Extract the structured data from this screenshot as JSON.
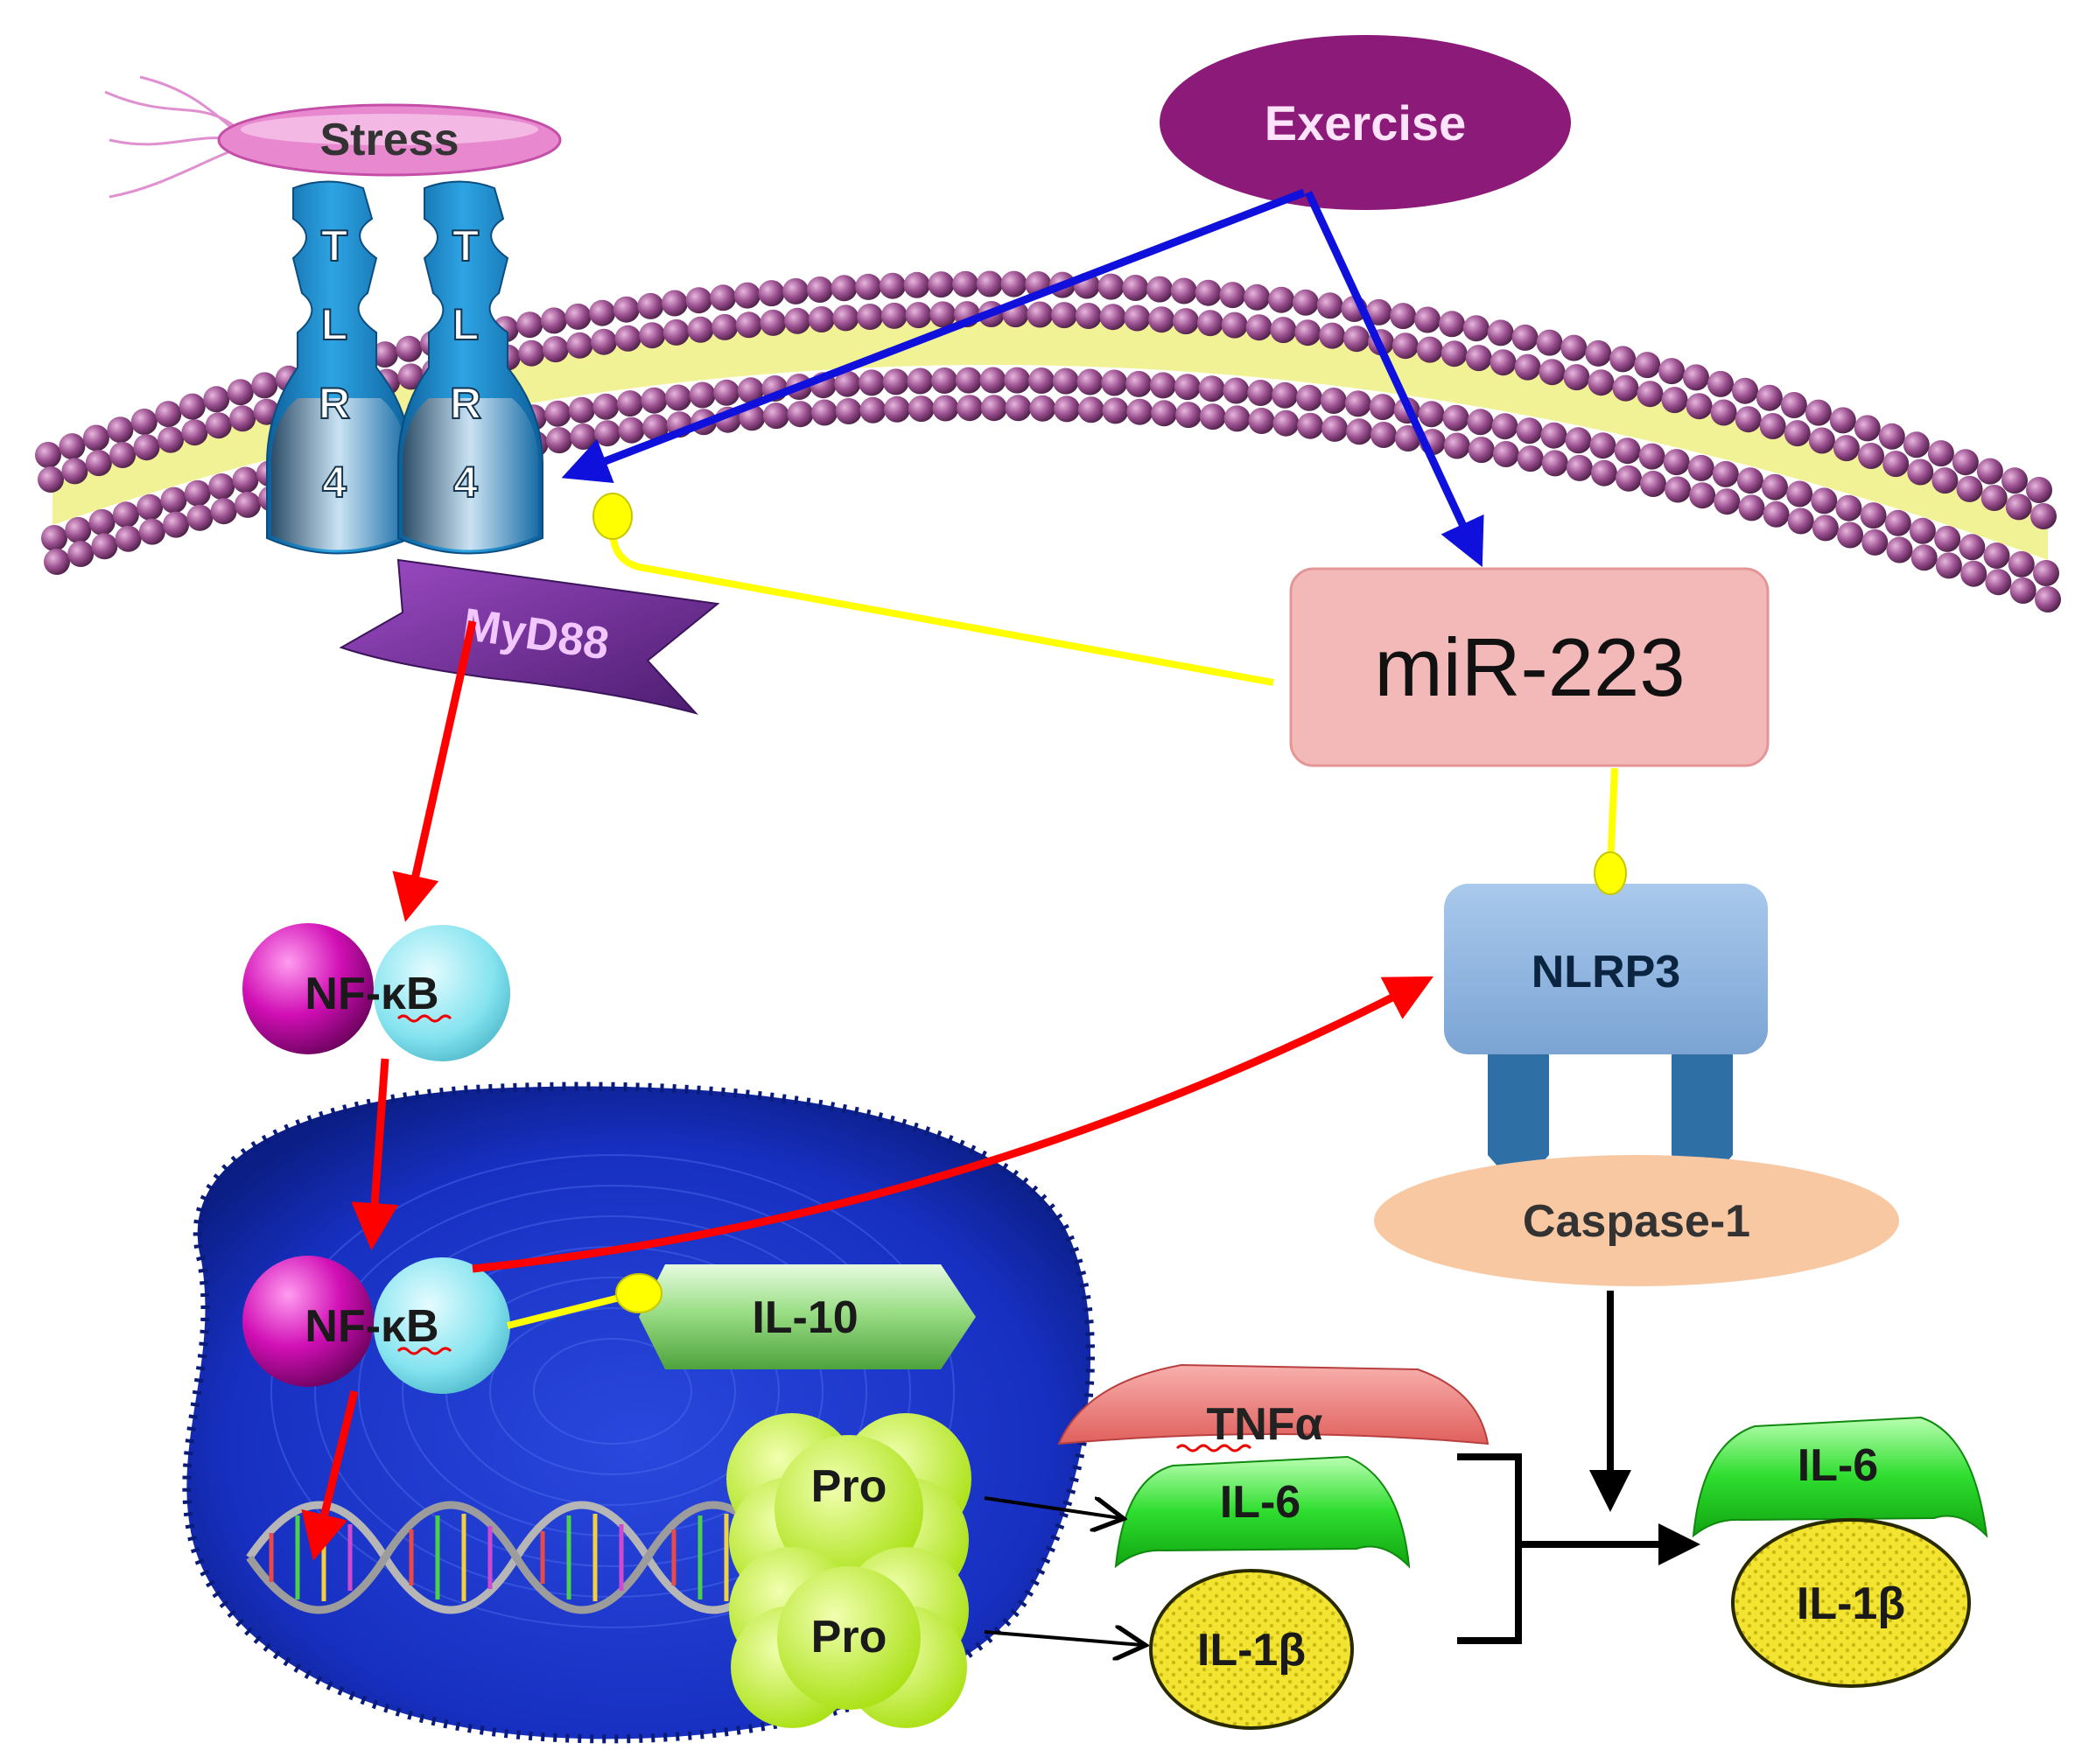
{
  "nodes": {
    "stress": "Stress",
    "exercise": "Exercise",
    "tlr_letters": [
      "T",
      "L",
      "R",
      "4"
    ],
    "myd88": "MyD88",
    "mir223": "miR-223",
    "nlrp3": "NLRP3",
    "nfkb_cytoplasm": "NF-κB",
    "nfkb_nucleus": "NF-κB",
    "il10": "IL-10",
    "caspase1": "Caspase-1",
    "tnfa": "TNFα",
    "pro_top": "Pro",
    "pro_bottom": "Pro",
    "il6_mid": "IL-6",
    "il1b_mid": "IL-1β",
    "il6_right": "IL-6",
    "il1b_right": "IL-1β"
  },
  "colors": {
    "activation_arrow": "#ff0000",
    "exercise_arrow": "#1010dd",
    "inhibition_line": "#ffff00",
    "membrane_bead": "#9a4f8f",
    "membrane_core": "#ecec7a",
    "tlr4": "#1a88c9",
    "myd88": "#7a2f9e",
    "exercise": "#8b1a78",
    "mir223": "#f3b9b9",
    "nlrp3": "#8fb6e0",
    "caspase1": "#f8c8a2",
    "nfkb_magenta": "#d10fb5",
    "nfkb_cyan": "#7fe3ee",
    "nucleus": "#1530c0",
    "il10": "#8cd47a",
    "tnfa": "#f08080",
    "il6": "#33dd33",
    "il1b": "#f0e030",
    "pro": "#b8f020"
  }
}
